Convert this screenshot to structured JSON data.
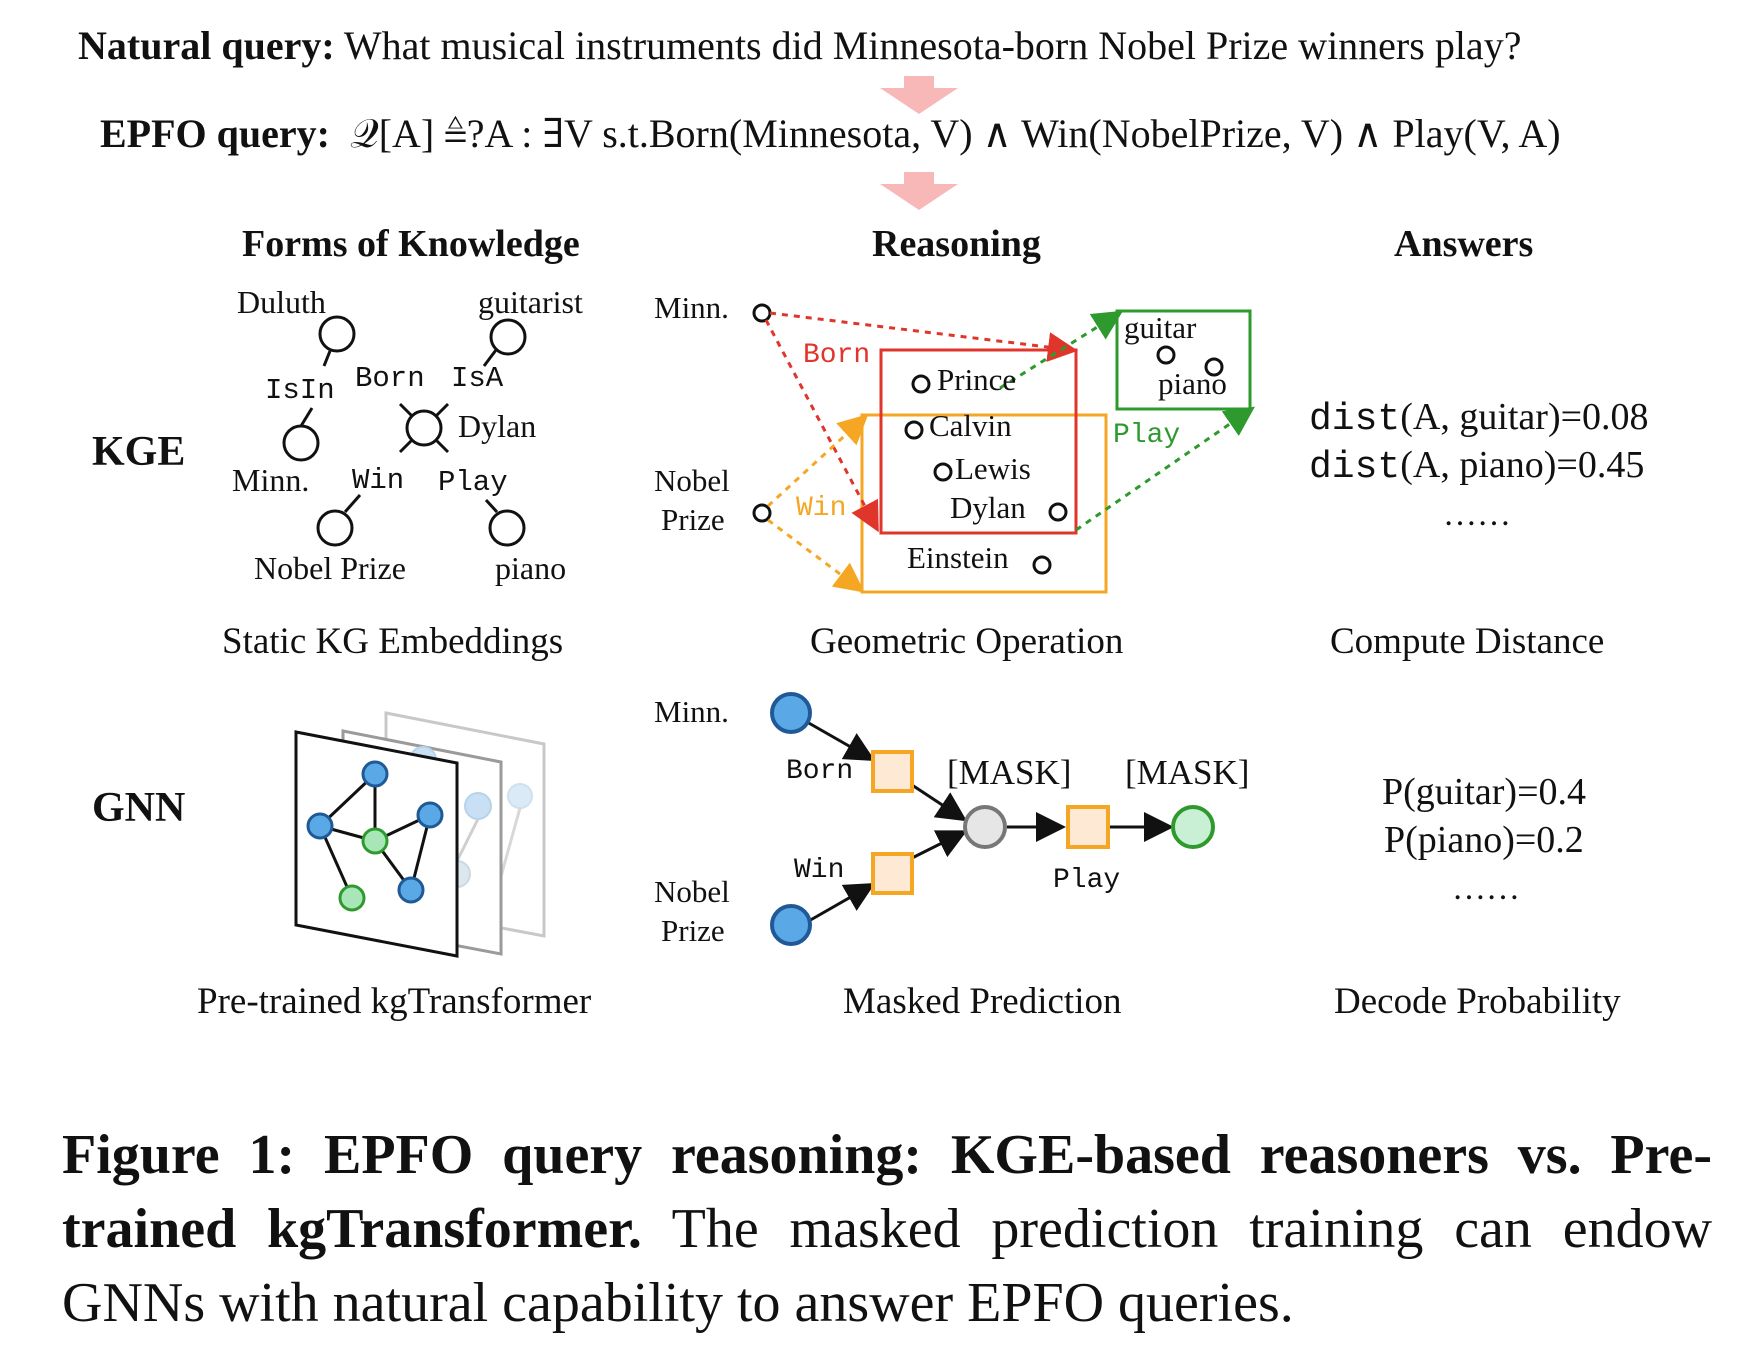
{
  "header": {
    "natural_label": "Natural query:",
    "natural_text": "What musical instruments did Minnesota-born Nobel Prize winners play?",
    "epfo_label": "EPFO query:",
    "epfo_formula": "𝒬[A] ≜?A : ∃V s.t.Born(Minnesota, V) ∧ Win(NobelPrize, V) ∧ Play(V, A)"
  },
  "columns": {
    "knowledge": "Forms of Knowledge",
    "reasoning": "Reasoning",
    "answers": "Answers"
  },
  "rows": {
    "kge": "KGE",
    "gnn": "GNN"
  },
  "kge_graph": {
    "nodes": [
      "Duluth",
      "guitarist",
      "Dylan",
      "Minn.",
      "Nobel Prize",
      "piano"
    ],
    "edges": [
      "IsIn",
      "Born",
      "IsA",
      "Win",
      "Play"
    ],
    "caption": "Static KG Embeddings"
  },
  "kge_reasoning": {
    "entities_left": [
      "Minn.",
      "Nobel",
      "Prize"
    ],
    "relations": {
      "born": "Born",
      "win": "Win",
      "play": "Play"
    },
    "candidates": [
      "Prince",
      "Calvin",
      "Lewis",
      "Dylan",
      "Einstein"
    ],
    "answers_box": [
      "guitar",
      "piano"
    ],
    "caption": "Geometric Operation",
    "colors": {
      "born": "#e0352b",
      "win": "#f5a623",
      "play": "#2e9a2e"
    }
  },
  "kge_answers": {
    "fn": "dist",
    "line1_args": "(A, guitar)=0.08",
    "line2_args": "(A, piano)=0.45",
    "ellipsis": "……",
    "caption": "Compute Distance"
  },
  "gnn_left": {
    "caption": "Pre-trained kgTransformer"
  },
  "gnn_reasoning": {
    "minn": "Minn.",
    "nobel1": "Nobel",
    "nobel2": "Prize",
    "born": "Born",
    "win": "Win",
    "play": "Play",
    "mask1": "[MASK]",
    "mask2": "[MASK]",
    "caption": "Masked Prediction",
    "colors": {
      "entity": "#5aa9e6",
      "relation": "#f5a623",
      "mask": "#e6e6e6",
      "answer": "#a8e6b8"
    }
  },
  "gnn_answers": {
    "p1": "P(guitar)=0.4",
    "p2": "P(piano)=0.2",
    "ellipsis": "……",
    "caption": "Decode Probability"
  },
  "figure_caption": {
    "lead": "Figure 1: EPFO query reasoning: KGE-based reasoners vs. Pre-trained kgTransformer.",
    "body": " The masked prediction training can endow GNNs with natural capability to answer EPFO queries."
  }
}
